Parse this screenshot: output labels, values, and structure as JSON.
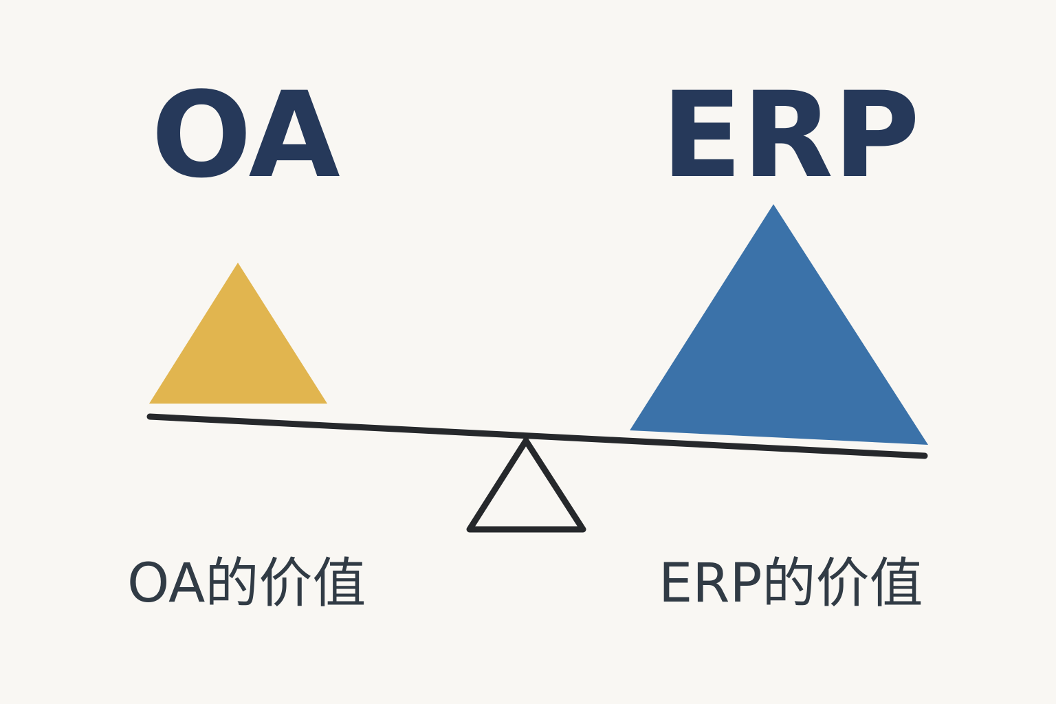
{
  "left": {
    "title": "OA",
    "caption": "OA的价值",
    "weight_color": "#e1b54f",
    "weight_icon": "triangle-weight-icon"
  },
  "right": {
    "title": "ERP",
    "caption": "ERP的价值",
    "weight_color": "#3b72a9",
    "weight_icon": "triangle-weight-icon"
  },
  "balance": {
    "beam_color": "#26282b",
    "fulcrum_color": "#26282b",
    "fulcrum_icon": "triangle-fulcrum-icon",
    "heavier_side": "right"
  },
  "colors": {
    "background": "#f9f7f3",
    "title": "#26395a",
    "caption": "#313b45"
  }
}
